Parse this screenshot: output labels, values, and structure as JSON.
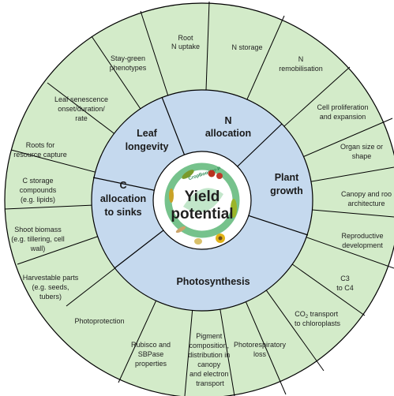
{
  "center": {
    "title_line1": "Yield",
    "title_line2": "potential",
    "logo_text": "CropBooster-P"
  },
  "categories": {
    "leaf_longevity": [
      "Leaf",
      "longevity"
    ],
    "n_allocation": [
      "N",
      "allocation"
    ],
    "plant_growth": [
      "Plant",
      "growth"
    ],
    "c_allocation": [
      "C",
      "allocation",
      "to sinks"
    ],
    "photosynthesis": [
      "Photosynthesis"
    ]
  },
  "outer_segments": {
    "root_n_uptake": [
      "Root",
      "N uptake"
    ],
    "n_storage": [
      "N storage"
    ],
    "n_remobilisation": [
      "N",
      "remobilisation"
    ],
    "cell_proliferation": [
      "Cell proliferation",
      "and expansion"
    ],
    "organ_size": [
      "Organ size or",
      "shape"
    ],
    "canopy_root": [
      "Canopy and roo",
      "architecture"
    ],
    "reproductive": [
      "Reproductive",
      "development"
    ],
    "c3_to_c4": [
      "C3",
      "to C4"
    ],
    "co2_transport_line1_a": "CO",
    "co2_transport_line1_sub": "2",
    "co2_transport_line1_b": " transport",
    "co2_transport_line2": "to chloroplasts",
    "photorespiratory": [
      "Photorespiratory",
      "loss"
    ],
    "pigment": [
      "Pigment",
      "composition,",
      "distribution in",
      "canopy",
      "and electron",
      "transport"
    ],
    "rubisco": [
      "Rubisco and",
      "SBPase",
      "properties"
    ],
    "photoprotection": [
      "Photoprotection"
    ],
    "harvestable": [
      "Harvestable parts",
      "(e.g. seeds,",
      "tubers)"
    ],
    "shoot_biomass": [
      "Shoot biomass",
      "(e.g. tillering, cell",
      "wall)"
    ],
    "c_storage": [
      "C storage",
      "compounds",
      "(e.g. lipids)"
    ],
    "roots_resource": [
      "Roots for",
      "resource capture"
    ],
    "leaf_senescence": [
      "Leaf senescence",
      "onset/duration/",
      "rate"
    ],
    "stay_green": [
      "Stay-green",
      "phenotypes"
    ]
  },
  "colors": {
    "outer_ring": "#d3ebc9",
    "middle_ring": "#c5d9ee",
    "center_fill": "#ffffff",
    "lines": "#000000",
    "logo_ring": "#5fb878"
  }
}
